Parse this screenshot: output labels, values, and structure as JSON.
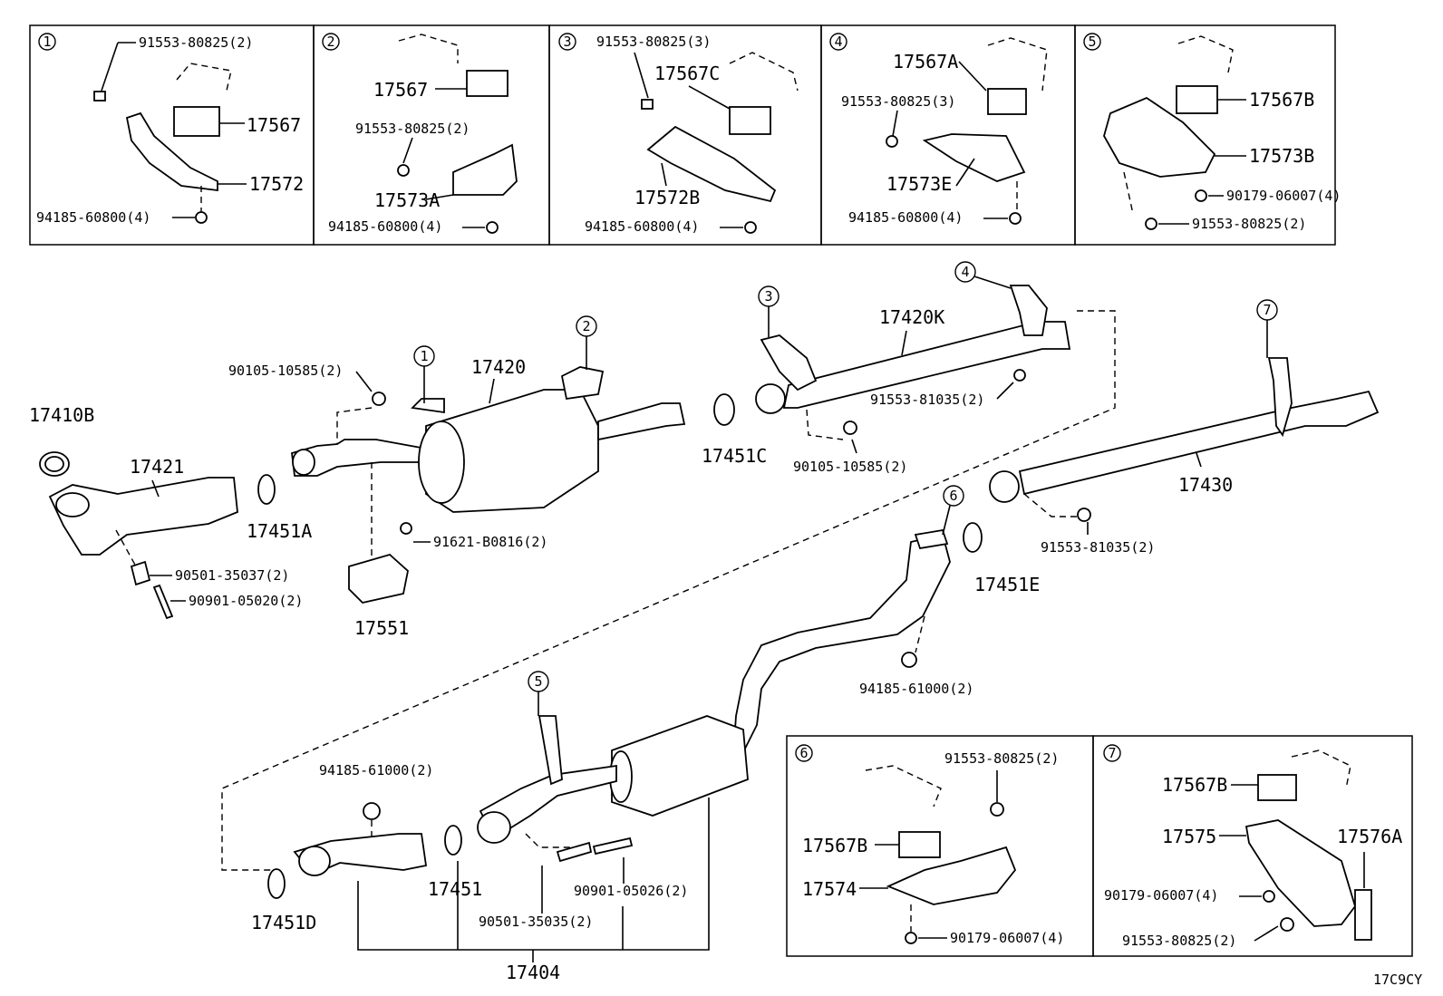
{
  "inset_boxes": [
    {
      "num": "1",
      "labels": [
        "91553-80825(2)",
        "17567",
        "17572",
        "94185-60800(4)"
      ]
    },
    {
      "num": "2",
      "labels": [
        "17567",
        "91553-80825(2)",
        "17573A",
        "94185-60800(4)"
      ]
    },
    {
      "num": "3",
      "labels": [
        "91553-80825(3)",
        "17567C",
        "17572B",
        "94185-60800(4)"
      ]
    },
    {
      "num": "4",
      "labels": [
        "17567A",
        "91553-80825(3)",
        "17573E",
        "94185-60800(4)"
      ]
    },
    {
      "num": "5",
      "labels": [
        "17567B",
        "17573B",
        "90179-06007(4)",
        "91553-80825(2)"
      ]
    },
    {
      "num": "6",
      "labels": [
        "91553-80825(2)",
        "17567B",
        "17574",
        "90179-06007(4)"
      ]
    },
    {
      "num": "7",
      "labels": [
        "17567B",
        "17575",
        "17576A",
        "90179-06007(4)",
        "91553-80825(2)"
      ]
    }
  ],
  "main_labels": {
    "p17410B": "17410B",
    "p17421": "17421",
    "p17451A": "17451A",
    "p90501a": "90501-35037(2)",
    "p90901a": "90901-05020(2)",
    "p90105a": "90105-10585(2)",
    "p17420": "17420",
    "p91621": "91621-B0816(2)",
    "p17551": "17551",
    "p17451C": "17451C",
    "p17420K": "17420K",
    "p91553b": "91553-81035(2)",
    "p90105b": "90105-10585(2)",
    "p17430": "17430",
    "p91553c": "91553-81035(2)",
    "p17451E": "17451E",
    "p94185a": "94185-61000(2)",
    "p94185b": "94185-61000(2)",
    "p17451D": "17451D",
    "p17451": "17451",
    "p90901b": "90901-05026(2)",
    "p90501b": "90501-35035(2)",
    "p17404": "17404"
  },
  "callouts": [
    "1",
    "2",
    "3",
    "4",
    "5",
    "6",
    "7"
  ],
  "diagram_code": "17C9CY"
}
